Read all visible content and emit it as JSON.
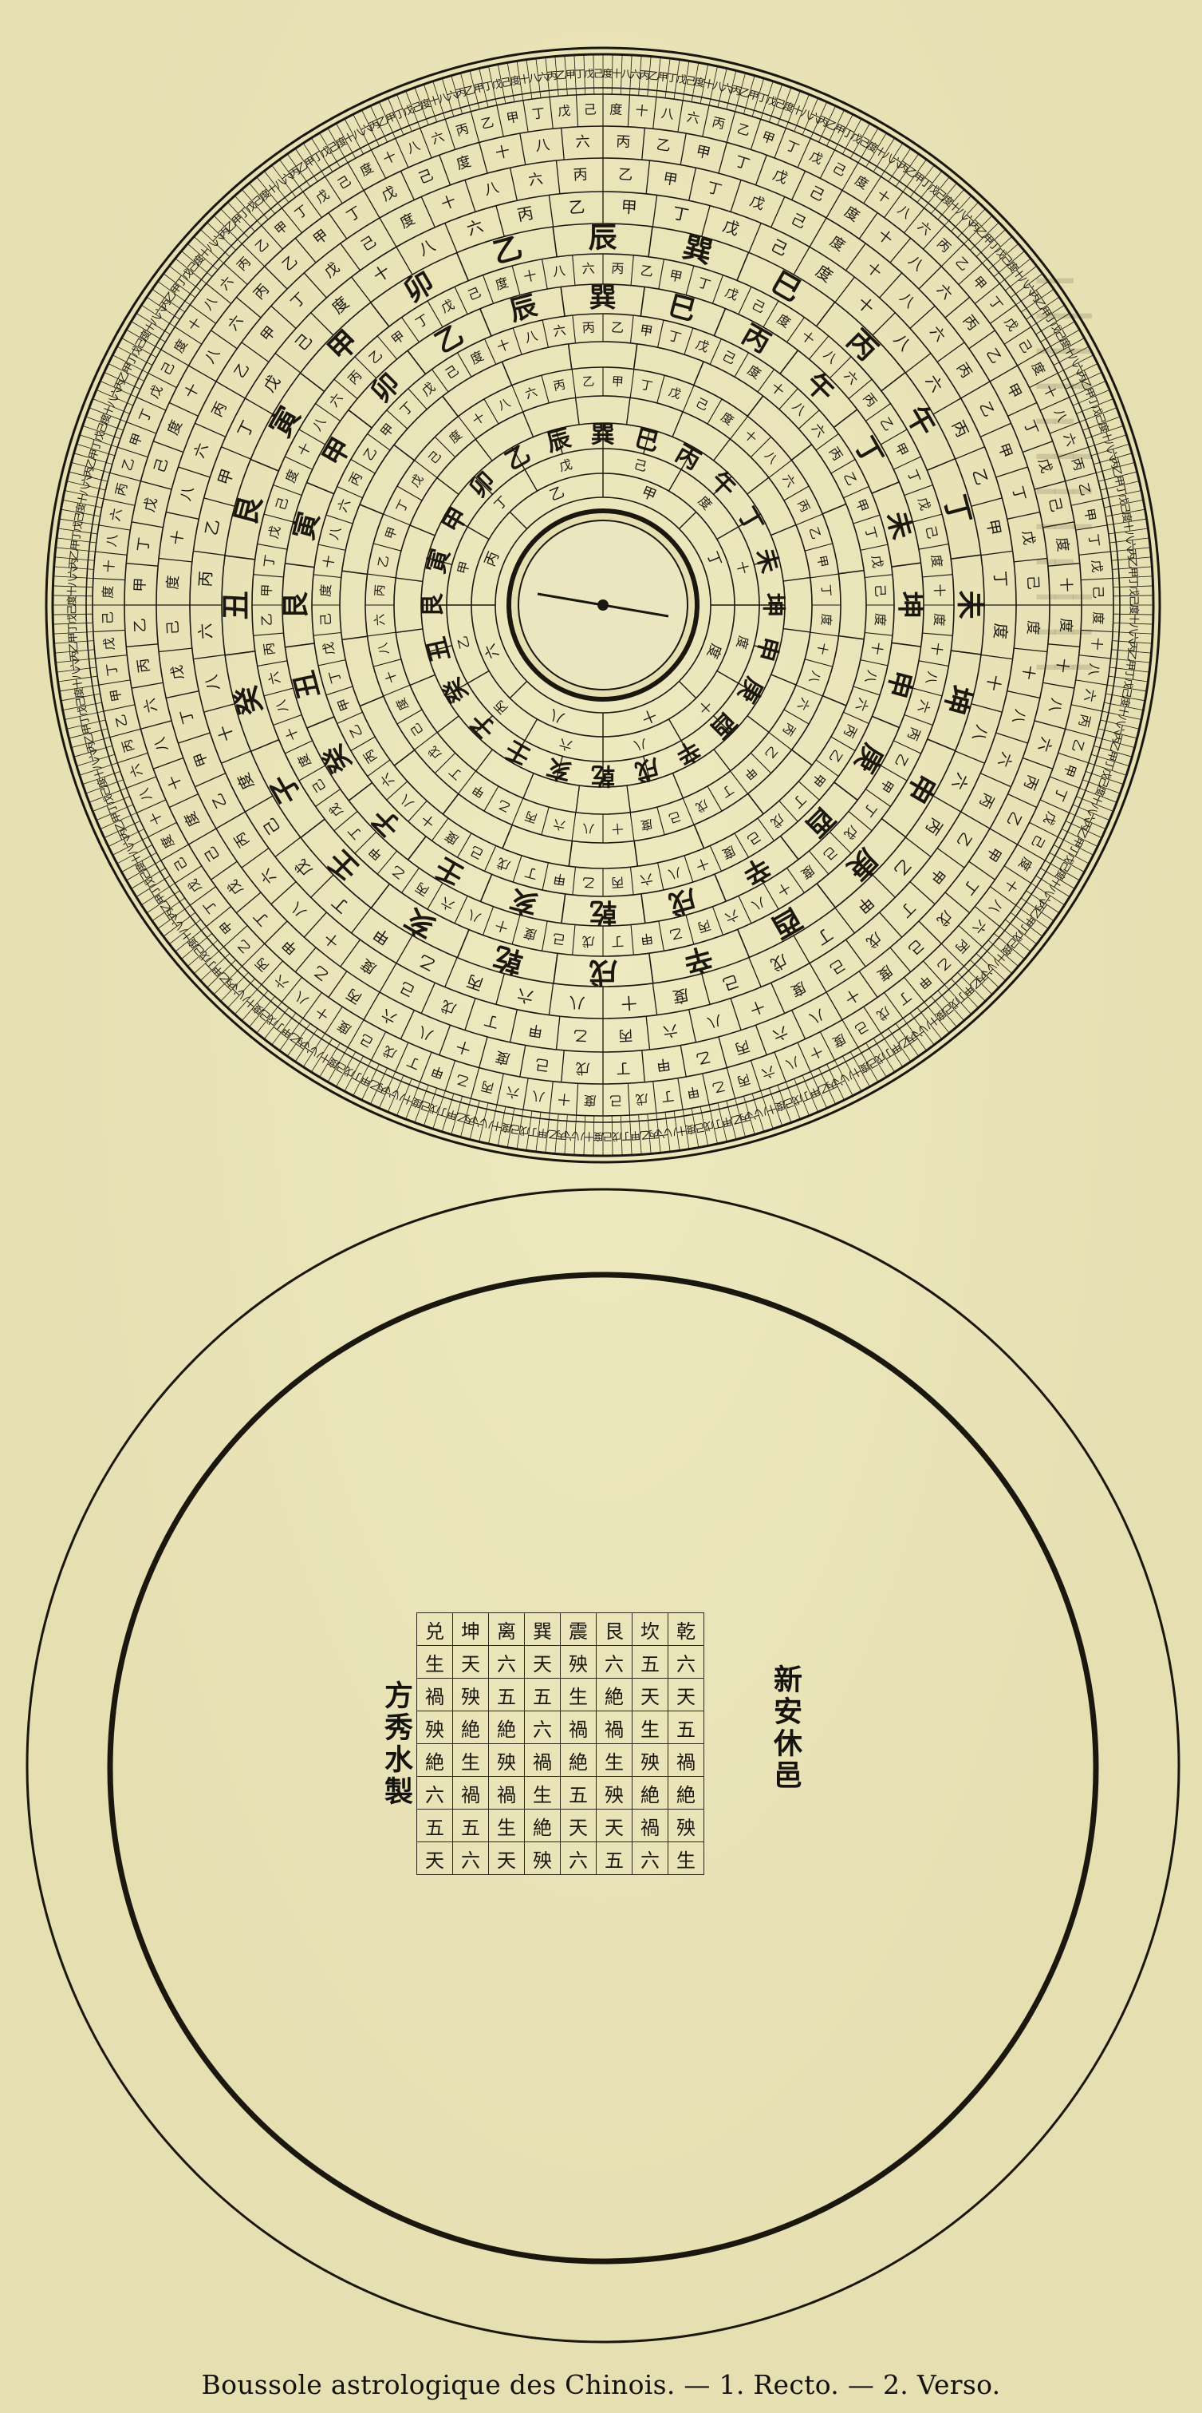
{
  "caption": "Boussole astrologique des Chinois. — 1. Recto. — 2. Verso.",
  "recto": {
    "inner_ring_chars": [
      "申",
      "庚",
      "酉",
      "辛",
      "戌",
      "乾",
      "亥",
      "壬",
      "子",
      "癸",
      "丑",
      "艮",
      "寅",
      "甲",
      "卯",
      "乙",
      "辰",
      "巽",
      "巳",
      "丙",
      "午",
      "丁",
      "未",
      "坤"
    ],
    "middle_ring_chars": [
      "申",
      "庚",
      "酉",
      "辛",
      "戌",
      "乾",
      "亥",
      "壬",
      "子",
      "癸",
      "丑",
      "艮",
      "寅",
      "甲",
      "卯",
      "乙",
      "辰",
      "巽",
      "巳",
      "丙",
      "午",
      "丁",
      "未",
      "坤"
    ],
    "outer_ring_chars": [
      "坤",
      "申",
      "庚",
      "酉",
      "辛",
      "戌",
      "乾",
      "亥",
      "壬",
      "子",
      "癸",
      "丑",
      "艮",
      "寅",
      "甲",
      "卯",
      "乙",
      "辰",
      "巽",
      "巳",
      "丙",
      "午",
      "丁",
      "未"
    ],
    "degree_chars": [
      "度",
      "十",
      "八",
      "六",
      "丙",
      "乙",
      "甲",
      "丁",
      "戊",
      "己"
    ]
  },
  "verso": {
    "maker_left": "方秀水製",
    "maker_right": "新安休邑",
    "grid": [
      [
        "兑",
        "坤",
        "离",
        "巽",
        "震",
        "艮",
        "坎",
        "乾"
      ],
      [
        "生",
        "天",
        "六",
        "天",
        "殃",
        "六",
        "五",
        "六"
      ],
      [
        "禍",
        "殃",
        "五",
        "五",
        "生",
        "絶",
        "天",
        "天"
      ],
      [
        "殃",
        "絶",
        "絶",
        "六",
        "禍",
        "禍",
        "生",
        "五"
      ],
      [
        "絶",
        "生",
        "殃",
        "禍",
        "絶",
        "生",
        "殃",
        "禍"
      ],
      [
        "六",
        "禍",
        "禍",
        "生",
        "五",
        "殃",
        "絶",
        "絶"
      ],
      [
        "五",
        "五",
        "生",
        "絶",
        "天",
        "天",
        "禍",
        "殃"
      ],
      [
        "天",
        "六",
        "天",
        "殃",
        "六",
        "五",
        "六",
        "生"
      ]
    ]
  }
}
